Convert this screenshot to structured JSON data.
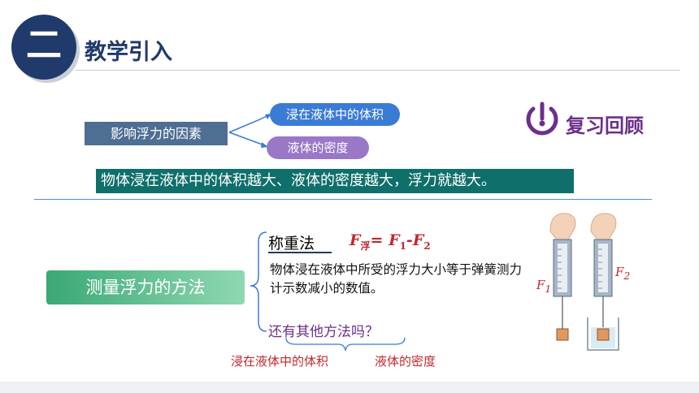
{
  "header": {
    "section_number": "二",
    "title": "教学引入"
  },
  "review": {
    "title": "复习回顾",
    "icon": "power-icon",
    "color": "#6b2f8a"
  },
  "factors": {
    "label": "影响浮力的因素",
    "volume": "浸在液体中的体积",
    "density": "液体的密度"
  },
  "conclusion": "物体浸在液体中的体积越大、液体的密度越大，浮力就越大。",
  "method": {
    "label": "测量浮力的方法",
    "weighing_label": "称重法",
    "formula": {
      "f": "F",
      "sub_buoy": "浮",
      "eq": "= ",
      "f1": "F",
      "sub1": "1",
      "minus": "-",
      "f2": "F",
      "sub2": "2"
    },
    "description": "物体浸在液体中所受的浮力大小等于弹簧测力计示数减小的数值。",
    "other_question": "还有其他方法吗？",
    "answer_volume": "浸在液体中的体积",
    "answer_density": "液体的密度"
  },
  "figure": {
    "f1_label": "F",
    "f1_sub": "1",
    "f2_label": "F",
    "f2_sub": "2"
  },
  "colors": {
    "navy": "#1f3a6b",
    "red": "#c0282e",
    "teal": "#0f6f6a",
    "green": "#3aa875",
    "purple": "#6b2f8a"
  }
}
